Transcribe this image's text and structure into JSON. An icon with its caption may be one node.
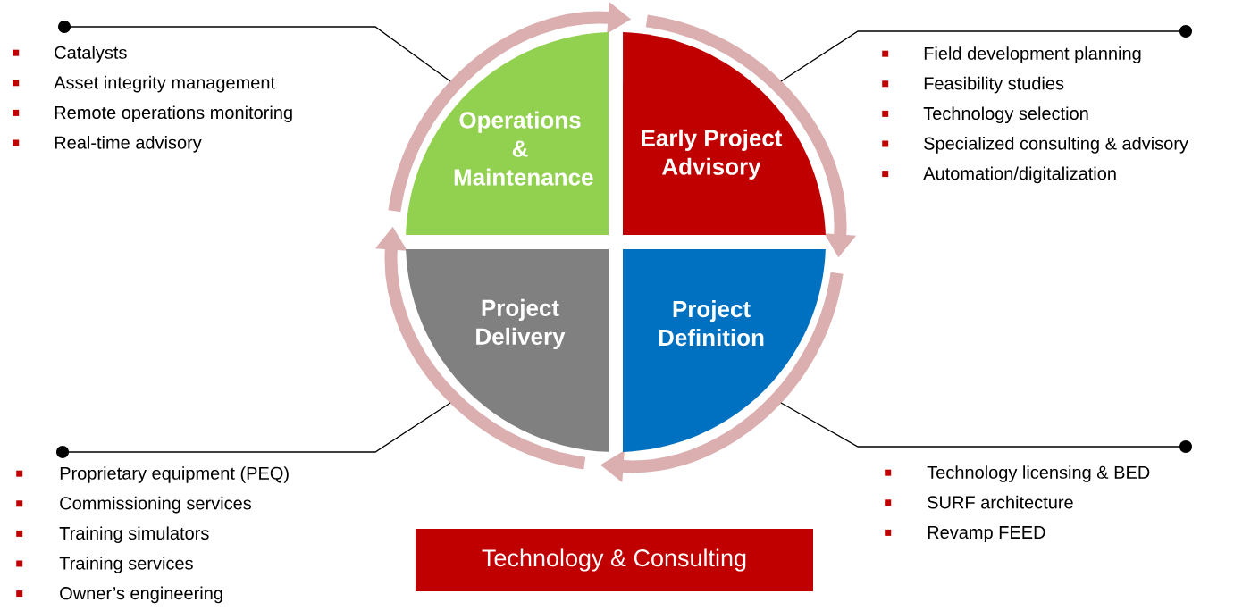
{
  "diagram": {
    "title": "Technology & Consulting",
    "nodes": [
      {
        "text": [
          "Operations & Maintenance"
        ]
      },
      {
        "text": [
          "Early Project Advisory"
        ]
      },
      {
        "text": [
          "Project Delivery"
        ]
      },
      {
        "text": [
          "Project Definition"
        ]
      },
      {
        "text": [
          "Catalysts",
          "Asset integrity management",
          "Remote operations monitoring",
          "Real-time advisory"
        ]
      },
      {
        "text": [
          "Field development planning",
          "Feasibility studies",
          "Technology selection",
          "Specialized consulting & advisory",
          "Automation/digitalization"
        ]
      },
      {
        "text": [
          "Proprietary equipment (PEQ)",
          "Commissioning services",
          "Training simulators",
          "Training services",
          "Owner’s engineering"
        ]
      },
      {
        "text": [
          "Technology licensing & BED",
          "SURF architecture",
          "Revamp FEED"
        ]
      }
    ],
    "edges": [
      {
        "from": 0,
        "to": 1,
        "arrow": "to",
        "style": "thick",
        "color": "#dbaeb0"
      },
      {
        "from": 1,
        "to": 3,
        "arrow": "to",
        "style": "thick",
        "color": "#dbaeb0"
      },
      {
        "from": 3,
        "to": 2,
        "arrow": "to",
        "style": "thick",
        "color": "#dbaeb0"
      },
      {
        "from": 2,
        "to": 0,
        "arrow": "to",
        "style": "thick",
        "color": "#dbaeb0"
      },
      {
        "from": 4,
        "to": 0,
        "arrow": "other",
        "color": "#000000"
      },
      {
        "from": 5,
        "to": 1,
        "arrow": "other",
        "color": "#000000"
      },
      {
        "from": 6,
        "to": 2,
        "arrow": "other",
        "color": "#000000"
      },
      {
        "from": 7,
        "to": 3,
        "arrow": "other",
        "color": "#000000"
      }
    ]
  }
}
